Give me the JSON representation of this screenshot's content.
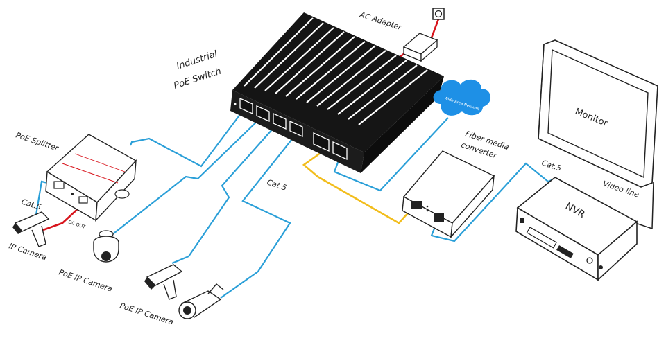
{
  "labels": {
    "switch": [
      "Industrial",
      "PoE Switch"
    ],
    "ac_adapter": "AC Adapter",
    "wan": "Wide Area Network",
    "poe_splitter": "PoE Splitter",
    "cat5_left": "Cat.5",
    "cat5_mid": "Cat.5",
    "cat5_right": "Cat.5",
    "dc_out": "DC OUT",
    "ip_camera": "IP Camera",
    "poe_ip_camera_1": "PoE IP Camera",
    "poe_ip_camera_2": "PoE IP Camera",
    "fiber": [
      "Fiber media",
      "converter"
    ],
    "monitor": "Monitor",
    "video_line": "Video line",
    "nvr": "NVR"
  },
  "colors": {
    "cat5_cable": "#2a9fd8",
    "fiber_cable": "#f2bd1c",
    "power_cable": "#d8141c",
    "cloud": "#1e90e6",
    "device_dark": "#1a1a1a"
  }
}
